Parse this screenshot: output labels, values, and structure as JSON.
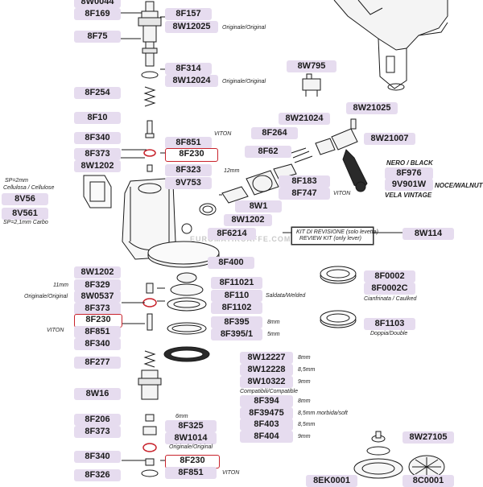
{
  "labels": {
    "l0": "8W0044",
    "l1": "8F169",
    "l2": "8F157",
    "l3": "8W12025",
    "l4": "8F75",
    "l5": "8F314",
    "l6": "8W12024",
    "l7": "8W795",
    "l8": "8F254",
    "l9": "8W21025",
    "l10": "8F10",
    "l11": "8W21024",
    "l12": "8F264",
    "l13": "8W21007",
    "l14": "8F340",
    "l15": "8F851",
    "l16": "8F373",
    "l17": "8F230",
    "l18": "8F62",
    "l19": "8W1202",
    "l20": "8F323",
    "l21": "8F976",
    "l22": "9V753",
    "l23": "8F183",
    "l24": "8F747",
    "l25": "9V901W",
    "l26": "8V56",
    "l27": "8V561",
    "l28": "8W1",
    "l29": "8W1202",
    "l30": "8F6214",
    "l31": "8W114",
    "l32": "8F400",
    "l33": "8W1202",
    "l34": "8F329",
    "l35": "8F11021",
    "l36": "8F0002",
    "l37": "8W0537",
    "l38": "8F110",
    "l39": "8F0002C",
    "l40": "8F373",
    "l41": "8F1102",
    "l42": "8F230",
    "l43": "8F395",
    "l44": "8F1103",
    "l45": "8F851",
    "l46": "8F395/1",
    "l47": "8F340",
    "l48": "8F277",
    "l49": "8W12227",
    "l50": "8W12228",
    "l51": "8W10322",
    "l52": "8W16",
    "l53": "8F394",
    "l54": "8F39475",
    "l55": "8F206",
    "l56": "8F403",
    "l57": "8F325",
    "l58": "8F373",
    "l59": "8F404",
    "l60": "8W1014",
    "l61": "8W27105",
    "l62": "8F340",
    "l63": "8F230",
    "l64": "8F326",
    "l65": "8F851",
    "l66": "8EK0001",
    "l67": "8C0001"
  },
  "notes": {
    "n1": "Originale/Original",
    "n2": "Originale/Original",
    "n3": "VITON",
    "n4": "12mm",
    "n5": "NERO / BLACK",
    "n6": "NOCE/WALNUT",
    "n7": "VELA VINTAGE",
    "n8": "VITON",
    "n9": "SP=2mm",
    "n10": "Cellulosa / Cellulose",
    "n11": "SP=2,1mm  Carbo",
    "n12": "KIT DI REVISIONE (solo levetta)",
    "n13": "REVIEW KIT (only lever)",
    "n14": "11mm",
    "n15": "Originale/Original",
    "n16": "VITON",
    "n17": "Saldata/Welded",
    "n18": "Cianfrinata / Caulked",
    "n19": "8mm",
    "n20": "5mm",
    "n21": "Doppia/Double",
    "n22": "8mm",
    "n23": "8,5mm",
    "n24": "9mm",
    "n25": "Compatibili/Compatible",
    "n26": "8mm",
    "n27": "8,5mm  morbida/soft",
    "n28": "8,5mm",
    "n29": "9mm",
    "n30": "6mm",
    "n31": "Originale/Original",
    "n32": "VITON"
  },
  "watermark": "EUROMATIKCAFFE.COM"
}
